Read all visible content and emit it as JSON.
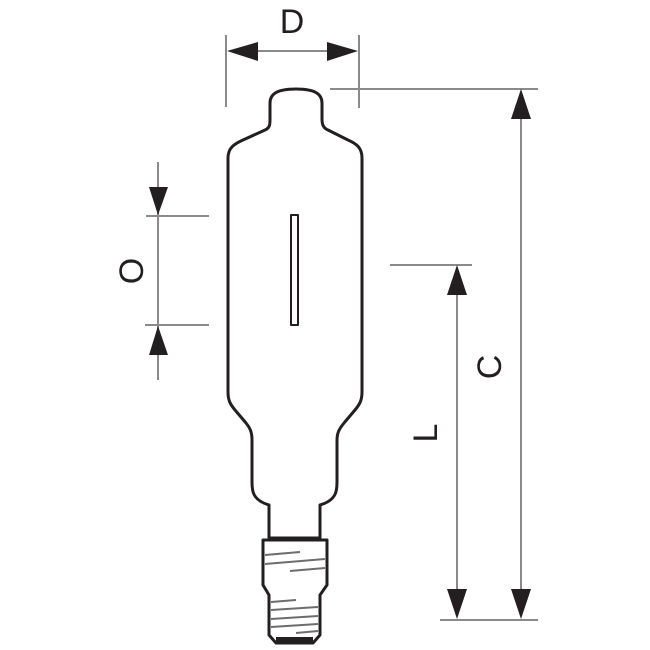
{
  "diagram": {
    "subject": "lamp-dimension-drawing",
    "labels": {
      "diameter": "D",
      "light_center": "O",
      "length_to_center": "L",
      "overall_length": "C"
    },
    "colors": {
      "outline": "#231f20",
      "dimension_lines": "#8a8a8a",
      "background": "#ffffff"
    }
  }
}
